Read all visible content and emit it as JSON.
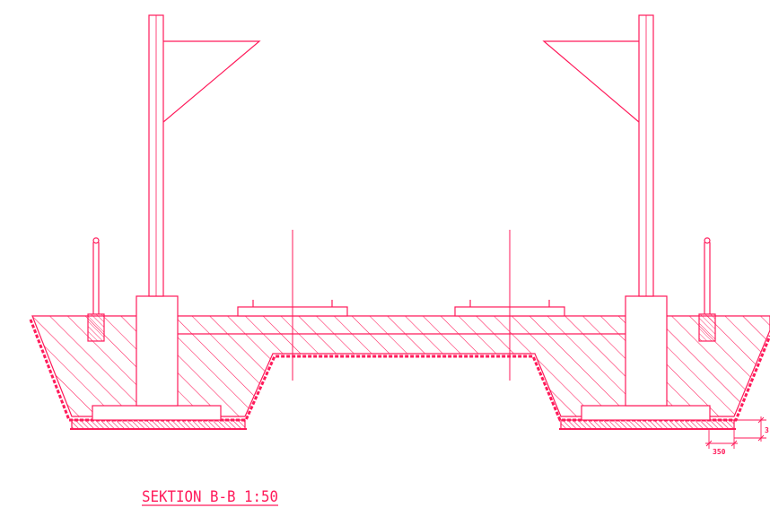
{
  "drawing": {
    "section_title": "SEKTION B-B 1:50",
    "dim_bottom": "350",
    "dim_right": "3",
    "line_color": "#ff1a5a",
    "background": "#ffffff"
  }
}
